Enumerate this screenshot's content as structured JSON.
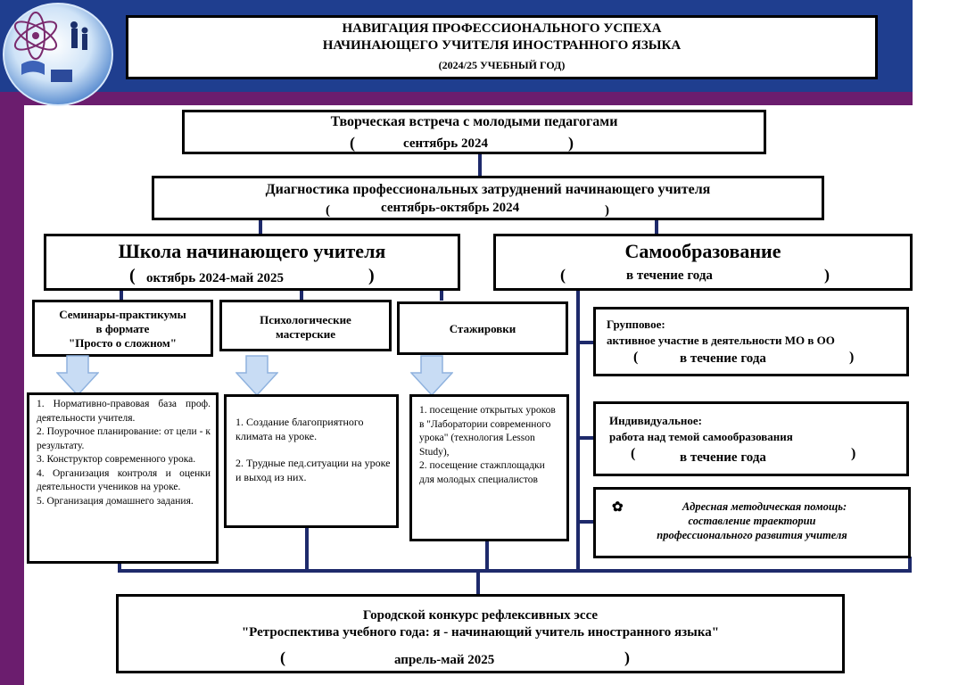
{
  "header": {
    "title_line1": "НАВИГАЦИЯ ПРОФЕССИОНАЛЬНОГО УСПЕХА",
    "title_line2": "НАЧИНАЮЩЕГО УЧИТЕЛЯ ИНОСТРАННОГО ЯЗЫКА",
    "year": "(2024/25 УЧЕБНЫЙ ГОД)"
  },
  "meeting": {
    "title": "Творческая встреча с молодыми педагогами",
    "open": "(",
    "date": "сентябрь 2024",
    "close": ")"
  },
  "diagnostics": {
    "title": "Диагностика профессиональных затруднений начинающего учителя",
    "open": "(",
    "date": "сентябрь-октябрь 2024",
    "close": ")"
  },
  "school": {
    "title": "Школа начинающего учителя",
    "open": "(",
    "date": "октябрь 2024-май 2025",
    "close": ")"
  },
  "self_ed": {
    "title": "Самообразование",
    "open": "(",
    "date": "в течение года",
    "close": ")"
  },
  "seminars": {
    "title_line1": "Семинары-практикумы",
    "title_line2": "в формате",
    "title_line3": "\"Просто о сложном\"",
    "items": [
      "1. Нормативно-правовая база проф. деятельности учителя.",
      "2. Поурочное планирование: от цели - к результату.",
      "3. Конструктор современного урока.",
      "4. Организация контроля и оценки деятельности учеников на уроке.",
      "5. Организация домашнего задания."
    ]
  },
  "psych": {
    "title_line1": "Психологические",
    "title_line2": "мастерские",
    "items": [
      "1. Создание благоприятного климата на уроке.",
      "2. Трудные пед.ситуации на уроке и выход из них."
    ]
  },
  "intern": {
    "title": "Стажировки",
    "items": [
      "1. посещение открытых уроков в \"Лаборатории современного урока\" (технология Lesson Study),",
      "2. посещение стажплощадки для молодых специалистов"
    ]
  },
  "group": {
    "title": "Групповое:",
    "text": "активное участие в деятельности МО в ОО",
    "open": "(",
    "date": "в течение года",
    "close": ")"
  },
  "individual": {
    "title": "Индивидуальное:",
    "text": "работа над темой самообразования",
    "open": "(",
    "date": "в течение года",
    "close": ")"
  },
  "methodical": {
    "line1": "Адресная методическая помощь:",
    "line2": "составление траектории",
    "line3": "профессионального развития учителя"
  },
  "contest": {
    "line1": "Городской конкурс рефлексивных эссе",
    "line2": "\"Ретроспектива учебного года: я - начинающий учитель иностранного языка\"",
    "open": "(",
    "date": "апрель-май 2025",
    "close": ")"
  },
  "colors": {
    "header_bg": "#1f3e8f",
    "stripe": "#6b1d6e",
    "connector": "#1e2a6b",
    "arrow": "#b9d3f2"
  }
}
